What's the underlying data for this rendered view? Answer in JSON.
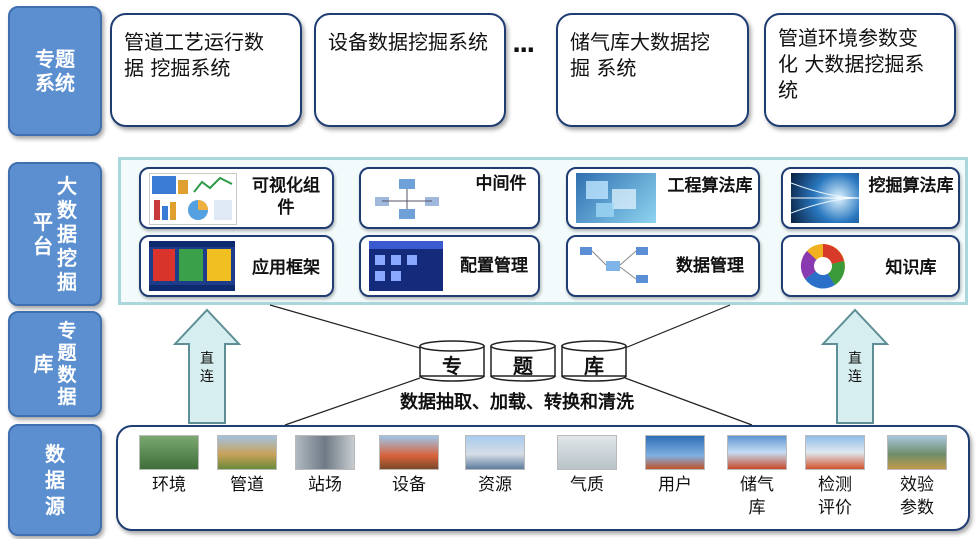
{
  "left_labels": {
    "topic_system": "专题\n系统",
    "big_data_platform_col1": "平\n台",
    "big_data_platform_col2": "大\n数\n据\n挖\n掘",
    "topic_db_col1": "库",
    "topic_db_col2": "专\n题\n数\n据",
    "data_source": "数\n据\n源"
  },
  "systems": {
    "pipeline": "管道工艺运行数\n据 挖掘系统",
    "equipment": "设备数据挖掘系统",
    "ellipsis": "···",
    "storage": "储气库大数据挖\n掘 系统",
    "environment": "管道环境参数变\n化 大数据挖掘系\n统"
  },
  "platform": {
    "visual": "可视化组\n件",
    "middleware": "中间件",
    "eng_algo": "工程算法库",
    "mining_algo": "挖掘算法库",
    "app_framework": "应用框架",
    "config_mgmt": "配置管理",
    "data_mgmt": "数据管理",
    "knowledge": "知识库"
  },
  "topic_db": {
    "cyl1": "专",
    "cyl2": "题",
    "cyl3": "库",
    "process": "数据抽取、加载、转换和清洗"
  },
  "direct": {
    "left": "直\n连",
    "right": "直\n连"
  },
  "sources": [
    "环境",
    "管道",
    "站场",
    "设备",
    "资源",
    "气质",
    "用户",
    "储气\n库",
    "检测\n评价",
    "效验\n参数"
  ],
  "colors": {
    "label_blue": "#5b8fd0",
    "border_navy": "#1f3d73",
    "platform_border": "#a9d7dc",
    "arrow_fill": "#d7eef0"
  }
}
